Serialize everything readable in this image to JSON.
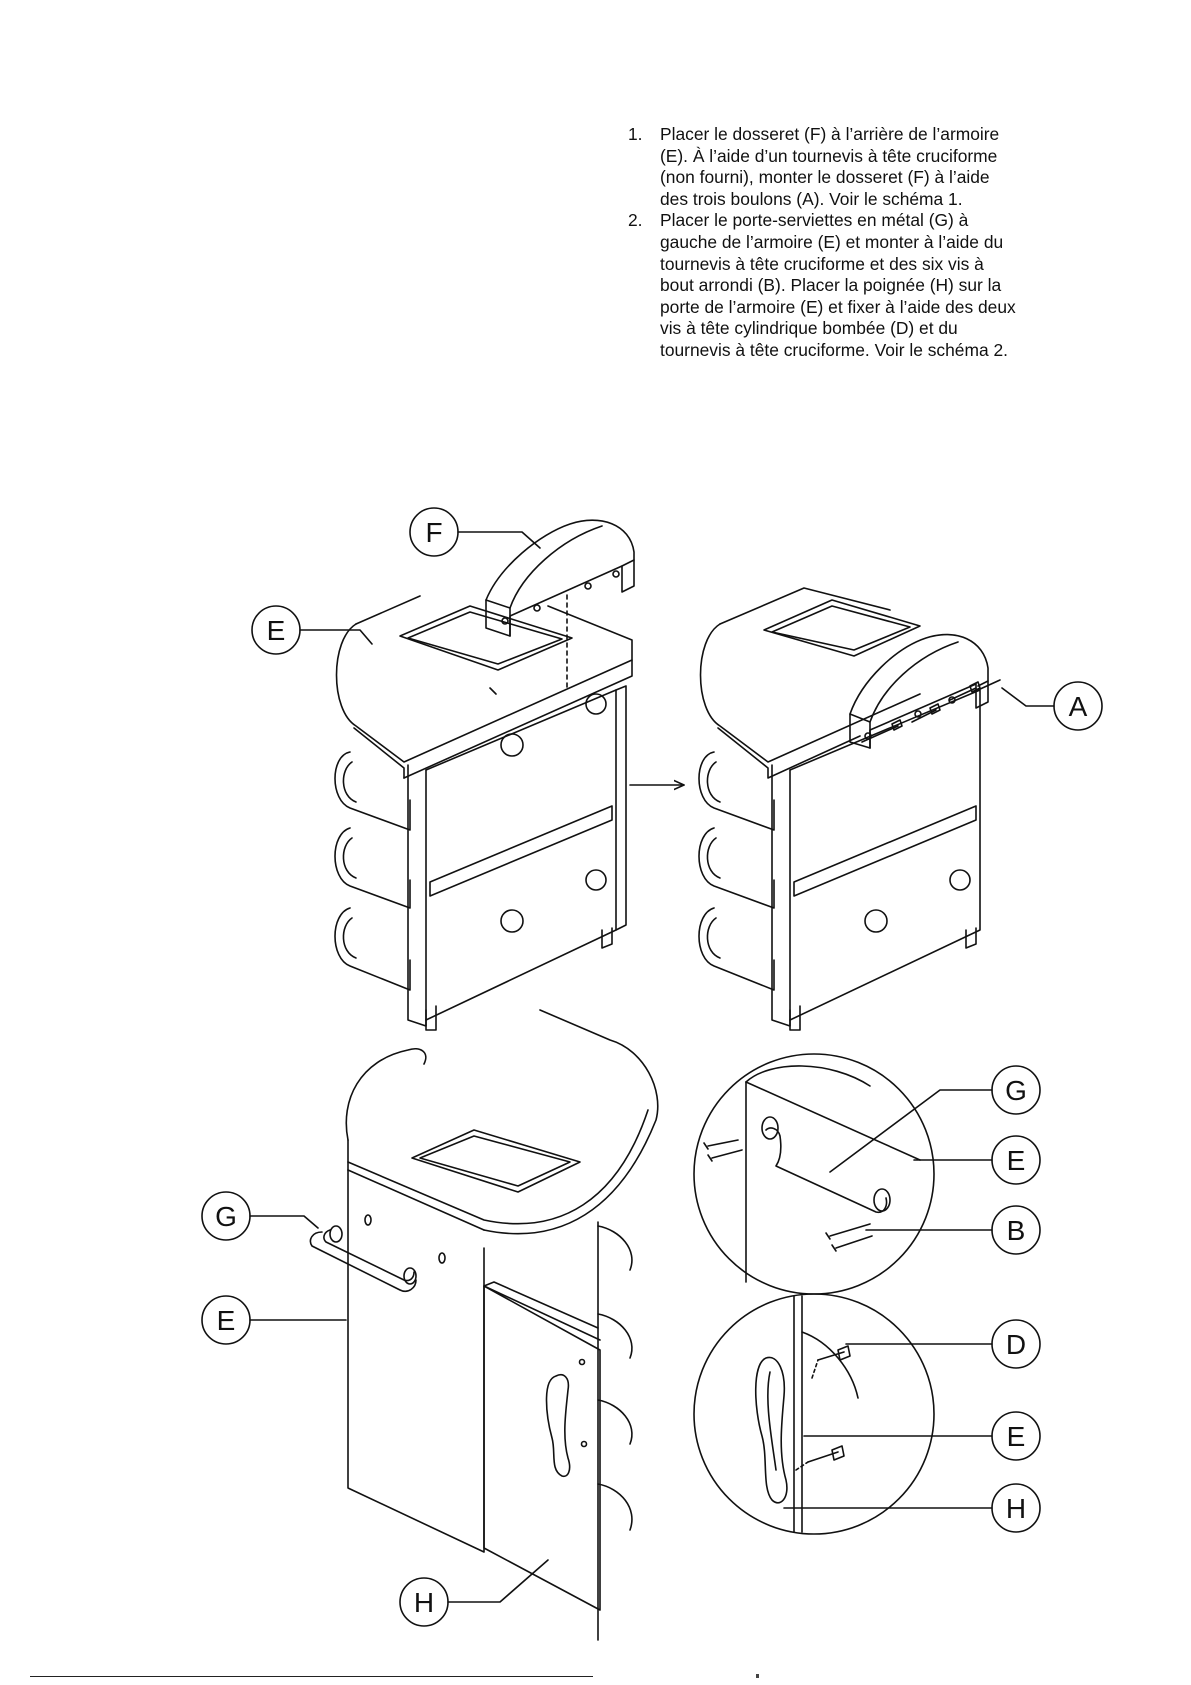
{
  "instructions": [
    {
      "number": "1.",
      "lines": [
        "Placer le dosseret (F) à l’arrière de l’armoire",
        "(E). À l’aide d’un tournevis à tête cruciforme",
        "(non fourni), monter le dosseret (F) à l’aide",
        "des trois boulons (A). Voir le schéma 1."
      ]
    },
    {
      "number": "2.",
      "lines": [
        "Placer le porte-serviettes en métal (G) à",
        "gauche de l’armoire (E) et monter à l’aide du",
        "tournevis à tête cruciforme et des six vis à",
        "bout arrondi (B). Placer la poignée (H) sur la",
        "porte de l’armoire (E) et fixer à l’aide des deux",
        "vis à tête cylindrique bombée (D) et du",
        "tournevis à tête cruciforme. Voir le schéma 2."
      ]
    }
  ],
  "labels": {
    "f1": "F",
    "e1": "E",
    "a2": "A",
    "g3": "G",
    "e3": "E",
    "h3": "H",
    "g4": "G",
    "e4": "E",
    "b4": "B",
    "d5": "D",
    "e5": "E",
    "h5": "H"
  }
}
